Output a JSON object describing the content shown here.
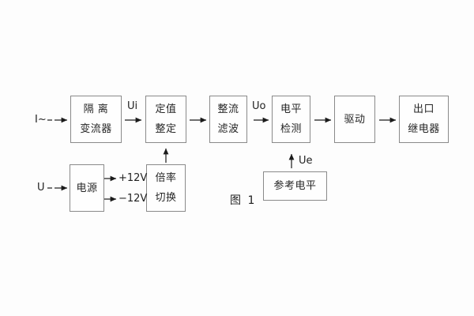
{
  "caption": "图 1",
  "inputs": {
    "current": "I~",
    "voltage": "U"
  },
  "signals": {
    "ui": "Ui",
    "uo": "Uo",
    "ue": "Ue",
    "plus12v": "+12V",
    "minus12v": "−12V"
  },
  "blocks": {
    "isolation": {
      "line1": "隔 离",
      "line2": "变流器"
    },
    "setting": {
      "line1": "定值",
      "line2": "整定"
    },
    "rectifier": {
      "line1": "整流",
      "line2": "滤波"
    },
    "level": {
      "line1": "电平",
      "line2": "检测"
    },
    "drive": {
      "label": "驱动"
    },
    "relay": {
      "line1": "出口",
      "line2": "继电器"
    },
    "power": {
      "label": "电源"
    },
    "ratio": {
      "line1": "倍率",
      "line2": "切换"
    },
    "reference": {
      "label": "参考电平"
    }
  },
  "colors": {
    "box_border": "#8a8a8a",
    "text": "#262626",
    "arrow": "#1b1b1b",
    "background": "#fdfdfd"
  }
}
